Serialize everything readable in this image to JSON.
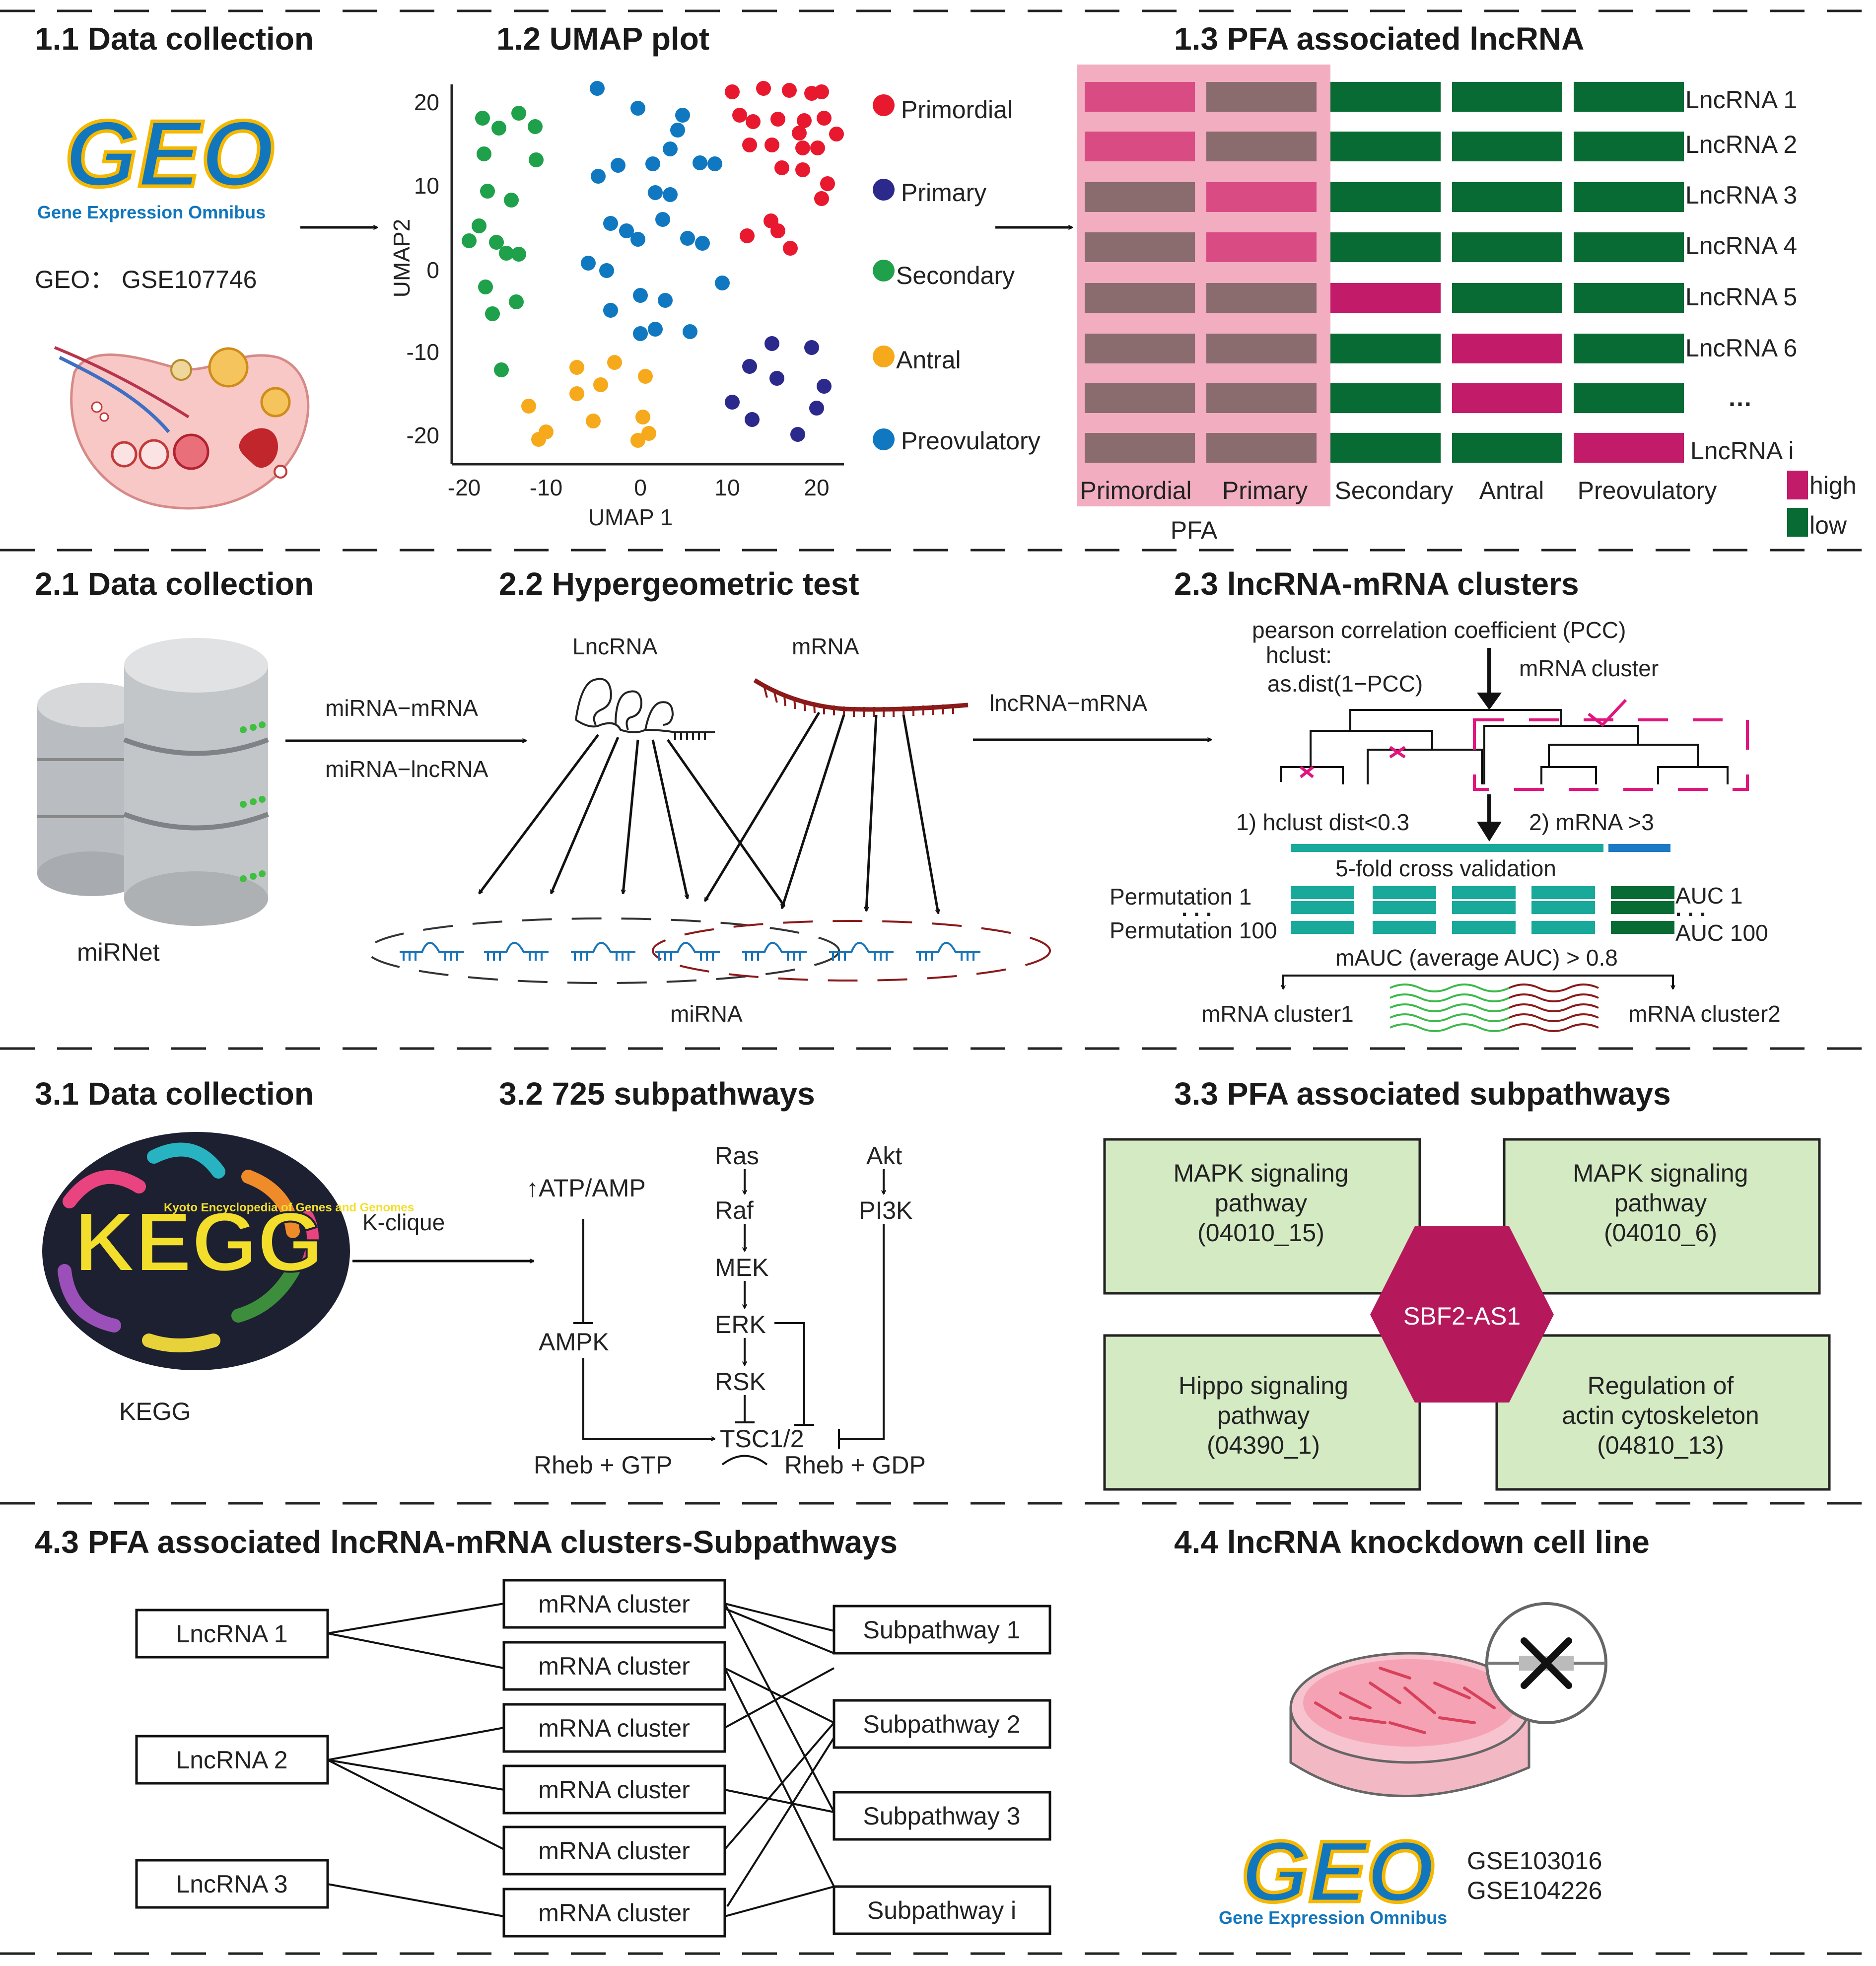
{
  "colors": {
    "primordial": "#e8192e",
    "primary": "#2b2a8c",
    "secondary": "#1fa04a",
    "antral": "#f6a91b",
    "preovulatory": "#1078c0",
    "high": "#c21b6a",
    "low": "#096b34",
    "neutral": "#8a6b6e",
    "pfa_shade": "#f2adc0",
    "teal": "#18a99a",
    "subpathway_fill": "#d4eac3",
    "hexagon": "#b5195c"
  },
  "sec1": {
    "h1": "1.1 Data collection",
    "geo_logo": "GEO",
    "geo_caption": "Gene Expression Omnibus",
    "geo_accession": "GEO： GSE107746",
    "h2": "1.2 UMAP plot",
    "umap": {
      "xlabel": "UMAP 1",
      "ylabel": "UMAP2",
      "xticks": [
        "-20",
        "-10",
        "0",
        "10",
        "20"
      ],
      "yticks": [
        "20",
        "10",
        "0",
        "-10",
        "-20"
      ],
      "legend": [
        "Primordial",
        "Primary",
        "Secondary",
        "Antral",
        "Preovulatory"
      ]
    },
    "h3": "1.3 PFA associated lncRNA",
    "heat_rows": [
      "LncRNA 1",
      "LncRNA 2",
      "LncRNA 3",
      "LncRNA 4",
      "LncRNA 5",
      "LncRNA 6",
      "…",
      "LncRNA i"
    ],
    "heat_cols": [
      "Primordial",
      "Primary",
      "Secondary",
      "Antral",
      "Preovulatory"
    ],
    "pfa_label": "PFA",
    "legend_high": "high",
    "legend_low": "low"
  },
  "sec2": {
    "h1": "2.1 Data collection",
    "db_label": "miRNet",
    "arrow_label1": "miRNA−mRNA",
    "arrow_label2": "miRNA−lncRNA",
    "h2": "2.2 Hypergeometric test",
    "lncrna_label": "LncRNA",
    "mrna_label": "mRNA",
    "mirna_label": "miRNA",
    "arrow_label3": "lncRNA−mRNA",
    "h3": "2.3 lncRNA-mRNA clusters",
    "pcc": "pearson correlation coefficient (PCC)",
    "hclust1": "hclust:",
    "hclust2": "as.dist(1−PCC)",
    "mrna_cluster": "mRNA cluster",
    "crit1": "1) hclust dist<0.3",
    "crit2": "2) mRNA >3",
    "cv": "5-fold cross validation",
    "perm1": "Permutation 1",
    "perm100": "Permutation 100",
    "auc1": "AUC 1",
    "auc100": "AUC 100",
    "mauc": "mAUC (average AUC) > 0.8",
    "cluster1": "mRNA cluster1",
    "cluster2": "mRNA cluster2"
  },
  "sec3": {
    "h1": "3.1 Data collection",
    "kegg_logo": "KEGG",
    "kegg_tag": "Kyoto Encyclopedia of Genes and Genomes",
    "kegg_label": "KEGG",
    "arrow_label": "K-clique",
    "h2": "3.2 725 subpathways",
    "nodes": {
      "atp": "ATP/AMP",
      "ampk": "AMPK",
      "ras": "Ras",
      "raf": "Raf",
      "mek": "MEK",
      "erk": "ERK",
      "rsk": "RSK",
      "akt": "Akt",
      "pi3k": "PI3K",
      "tsc": "TSC1/2",
      "rheb_gtp": "Rheb + GTP",
      "rheb_gdp": "Rheb + GDP"
    },
    "h3": "3.3 PFA associated subpathways",
    "boxes": [
      [
        "MAPK signaling",
        "pathway",
        "(04010_15)"
      ],
      [
        "MAPK signaling",
        "pathway",
        "(04010_6)"
      ],
      [
        "Hippo signaling",
        "pathway",
        "(04390_1)"
      ],
      [
        "Regulation of",
        "actin cytoskeleton",
        "(04810_13)"
      ]
    ],
    "center": "SBF2-AS1"
  },
  "sec4": {
    "h1": "4.3 PFA associated lncRNA-mRNA clusters-Subpathways",
    "lncrnas": [
      "LncRNA 1",
      "LncRNA 2",
      "LncRNA 3"
    ],
    "clusters": [
      "mRNA cluster",
      "mRNA cluster",
      "mRNA cluster",
      "mRNA cluster",
      "mRNA cluster",
      "mRNA cluster"
    ],
    "subpathways": [
      "Subpathway 1",
      "Subpathway 2",
      "Subpathway 3",
      "Subpathway i"
    ],
    "h2": "4.4 lncRNA knockdown cell line",
    "geo_logo": "GEO",
    "geo_caption": "Gene Expression Omnibus",
    "datasets": [
      "GSE103016",
      "GSE104226"
    ]
  }
}
